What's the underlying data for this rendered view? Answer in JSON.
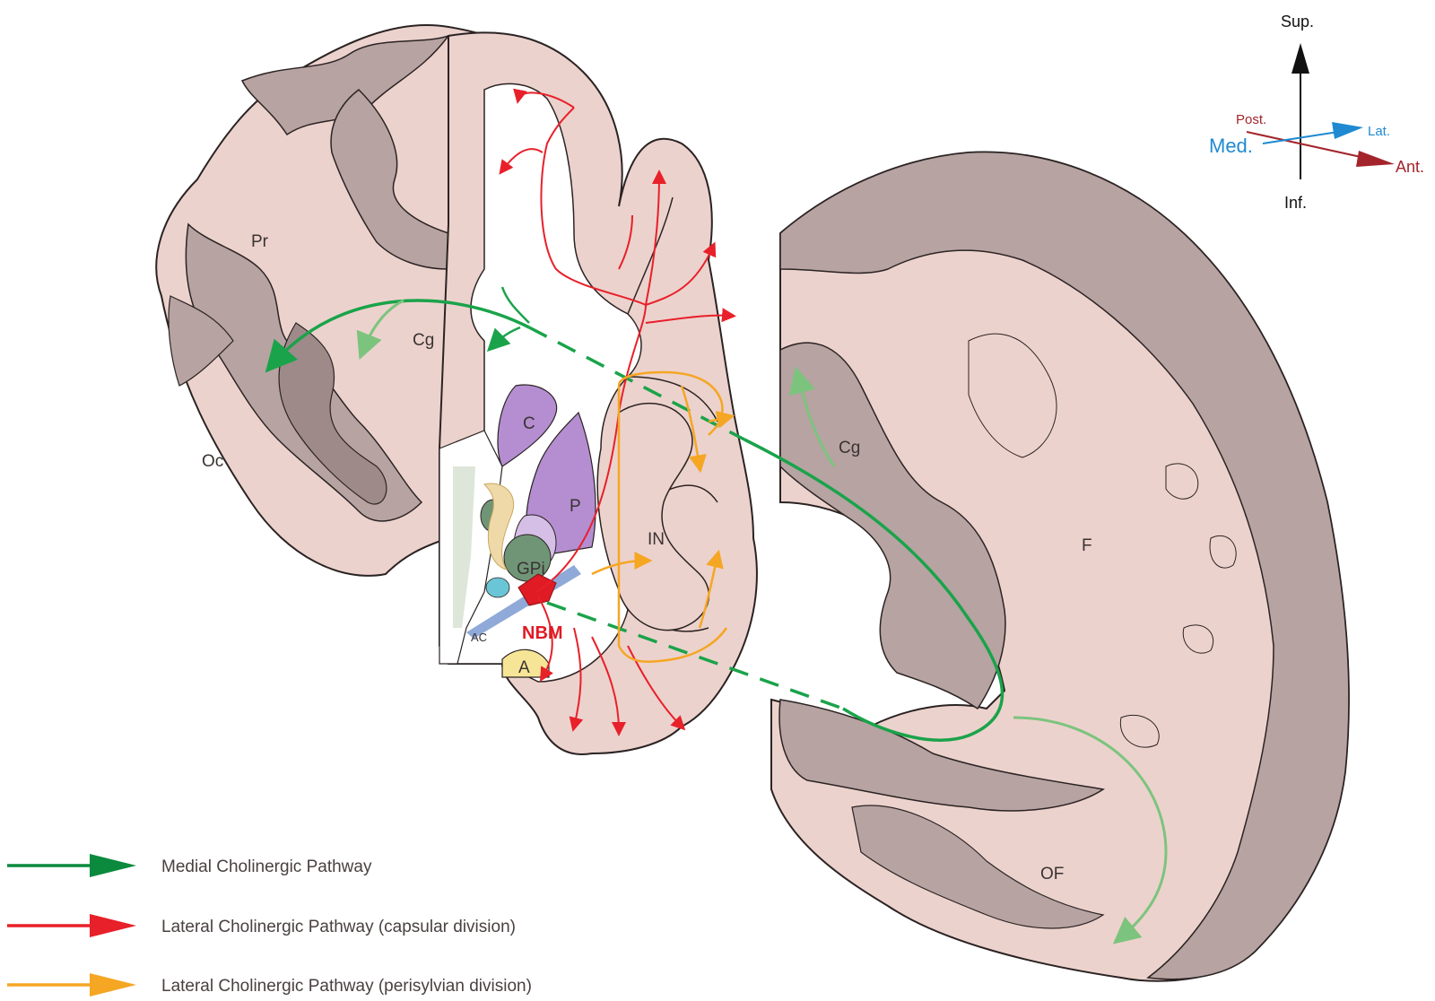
{
  "regions": {
    "pr": "Pr",
    "cg_posterior": "Cg",
    "oc": "Oc",
    "c": "C",
    "p": "P",
    "gpi": "GPi",
    "in": "IN",
    "nbm": "NBM",
    "ac": "AC",
    "a": "A",
    "cg_anterior": "Cg",
    "f": "F",
    "of": "OF"
  },
  "compass": {
    "sup": "Sup.",
    "inf": "Inf.",
    "post": "Post.",
    "ant": "Ant.",
    "med": "Med.",
    "lat": "Lat."
  },
  "legend": [
    {
      "label": "Medial Cholinergic Pathway",
      "color": "#0b8a3e"
    },
    {
      "label": "Lateral Cholinergic Pathway (capsular division)",
      "color": "#e8202a"
    },
    {
      "label": "Lateral Cholinergic Pathway (perisylvian division)",
      "color": "#f5a623"
    }
  ],
  "colors": {
    "cortex": "#ecd2cd",
    "white_matter_shade": "#b6a3a2",
    "outline": "#2b2323",
    "medial": "#1aa34a",
    "medial_light": "#7cc47e",
    "capsular": "#e8202a",
    "perisylvian": "#f5a623",
    "striatum": "#b48ed1",
    "pallidum": "#6f9576",
    "nbm": "#e01b24",
    "amygdala": "#f6e596",
    "ac": "#8fa9d8",
    "compass_vertical": "#111111",
    "compass_ap": "#a3242b",
    "compass_ml": "#1f8ad1"
  }
}
